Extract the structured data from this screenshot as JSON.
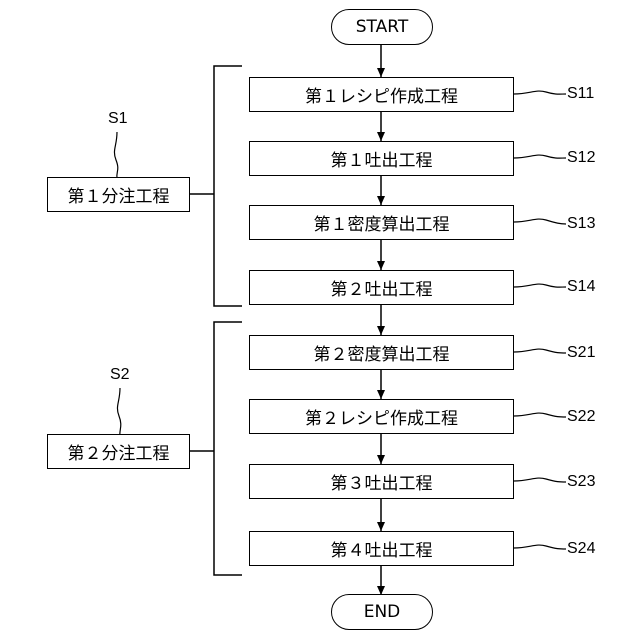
{
  "terminals": {
    "start": "START",
    "end": "END"
  },
  "steps": [
    {
      "label": "第１レシピ作成工程",
      "ref": "S11"
    },
    {
      "label": "第１吐出工程",
      "ref": "S12"
    },
    {
      "label": "第１密度算出工程",
      "ref": "S13"
    },
    {
      "label": "第２吐出工程",
      "ref": "S14"
    },
    {
      "label": "第２密度算出工程",
      "ref": "S21"
    },
    {
      "label": "第２レシピ作成工程",
      "ref": "S22"
    },
    {
      "label": "第３吐出工程",
      "ref": "S23"
    },
    {
      "label": "第４吐出工程",
      "ref": "S24"
    }
  ],
  "groups": [
    {
      "label": "第１分注工程",
      "ref": "S1"
    },
    {
      "label": "第２分注工程",
      "ref": "S2"
    }
  ]
}
